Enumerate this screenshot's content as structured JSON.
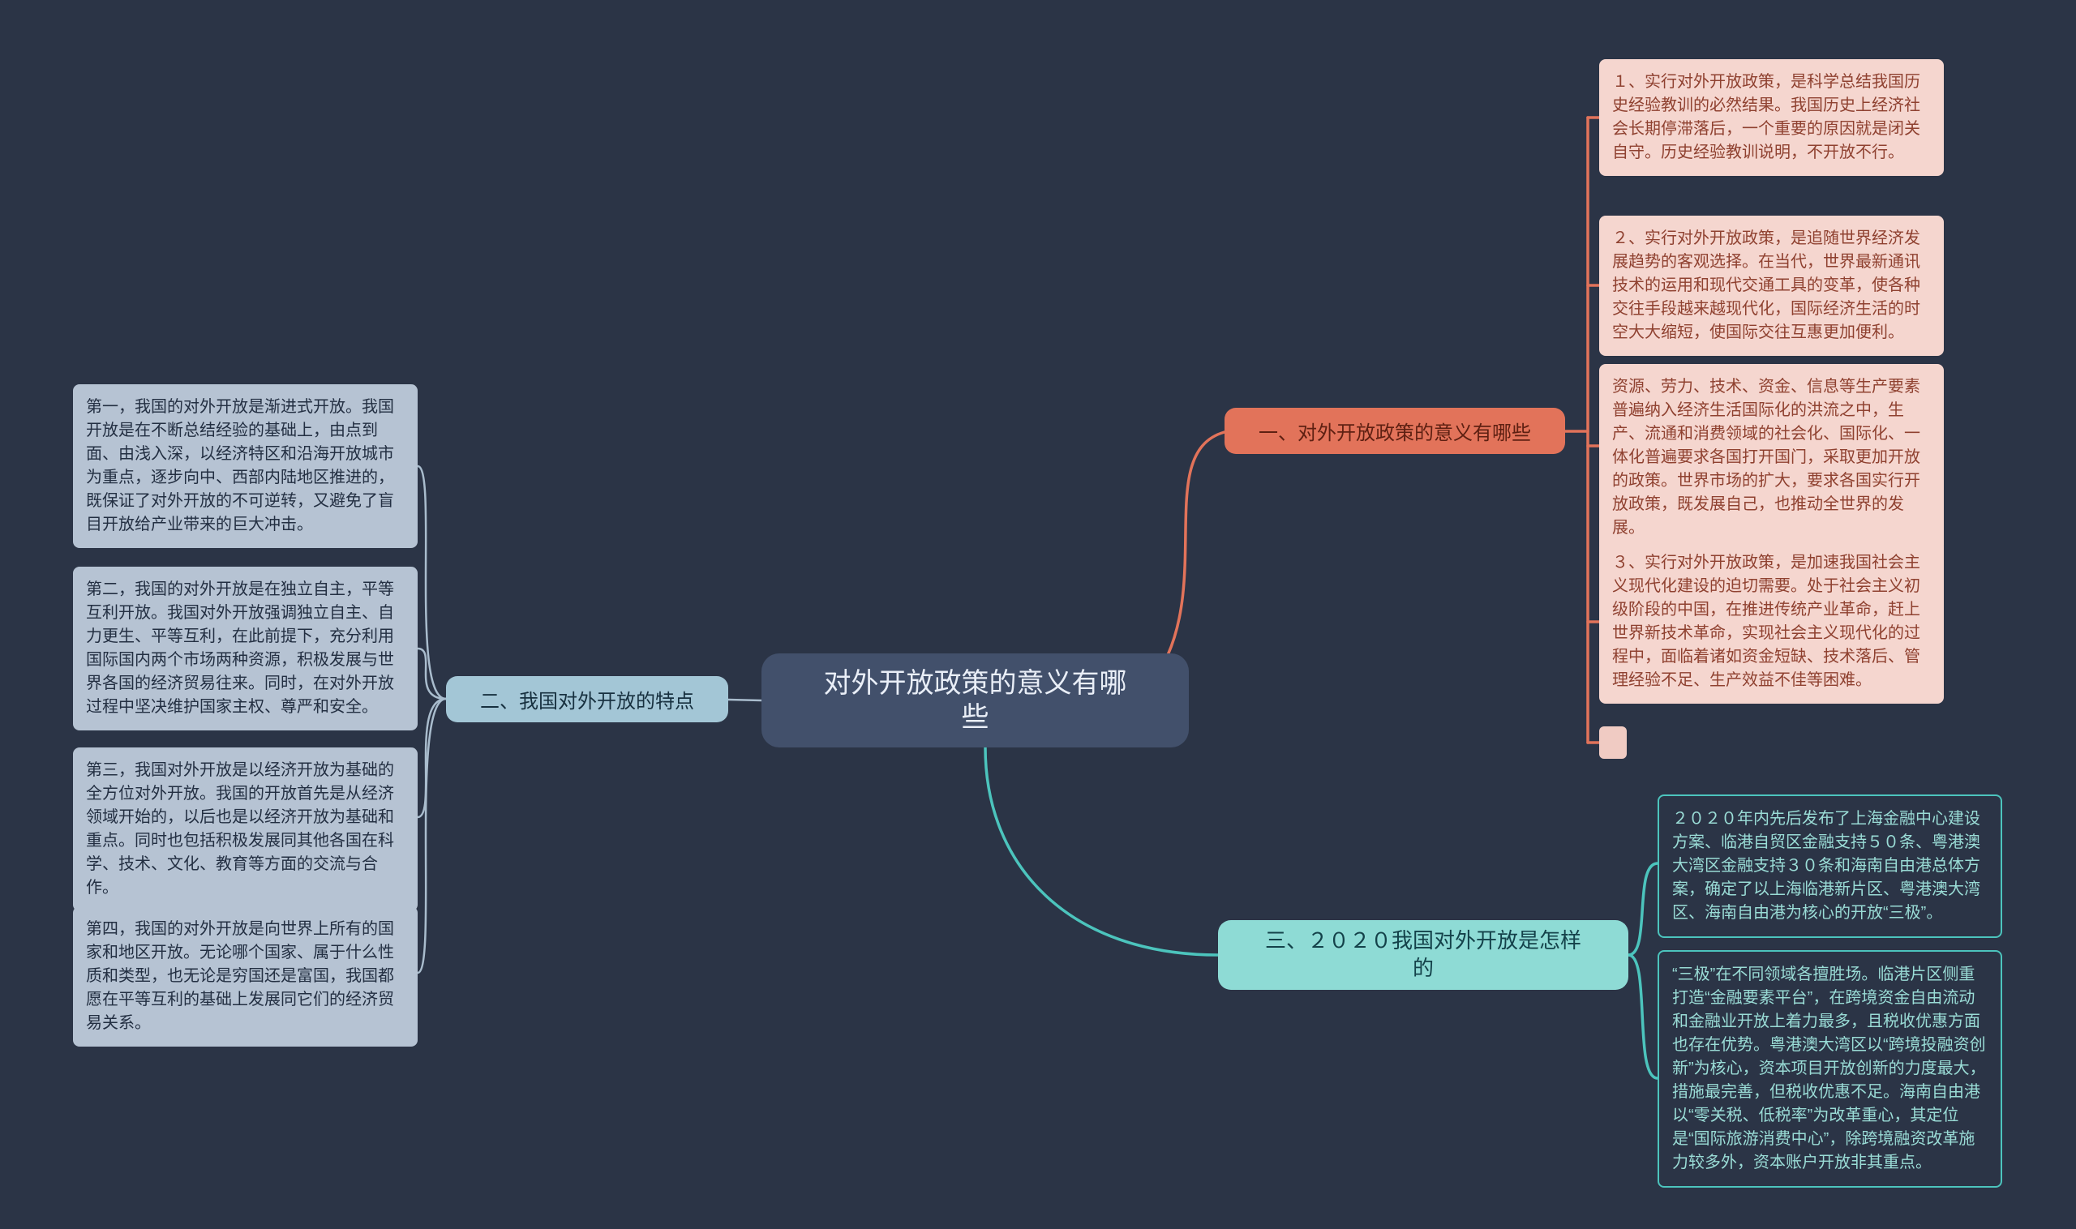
{
  "canvas": {
    "background": "#2b3446"
  },
  "center": {
    "label": "对外开放政策的意义有哪些"
  },
  "branches": [
    {
      "id": "meaning",
      "label": "一、对外开放政策的意义有哪些",
      "color": "#e2735a",
      "leaf_color": "#f5d6cf",
      "items": [
        "１、实行对外开放政策，是科学总结我国历史经验教训的必然结果。我国历史上经济社会长期停滞落后，一个重要的原因就是闭关自守。历史经验教训说明，不开放不行。",
        "２、实行对外开放政策，是追随世界经济发展趋势的客观选择。在当代，世界最新通讯技术的运用和现代交通工具的变革，使各种交往手段越来越现代化，国际经济生活的时空大大缩短，使国际交往互惠更加便利。",
        "资源、劳力、技术、资金、信息等生产要素普遍纳入经济生活国际化的洪流之中，生产、流通和消费领域的社会化、国际化、一体化普遍要求各国打开国门，采取更加开放的政策。世界市场的扩大，要求各国实行开放政策，既发展自己，也推动全世界的发展。",
        "３、实行对外开放政策，是加速我国社会主义现代化建设的迫切需要。处于社会主义初级阶段的中国，在推进传统产业革命，赶上世界新技术革命，实现社会主义现代化的过程中，面临着诸如资金短缺、技术落后、管理经验不足、生产效益不佳等困难。"
      ]
    },
    {
      "id": "features",
      "label": "二、我国对外开放的特点",
      "color": "#a3c6d6",
      "leaf_color": "#b6c3d3",
      "items": [
        "第一，我国的对外开放是渐进式开放。我国开放是在不断总结经验的基础上，由点到面、由浅入深，以经济特区和沿海开放城市为重点，逐步向中、西部内陆地区推进的，既保证了对外开放的不可逆转，又避免了盲目开放给产业带来的巨大冲击。",
        "第二，我国的对外开放是在独立自主，平等互利开放。我国对外开放强调独立自主、自力更生、平等互利，在此前提下，充分利用国际国内两个市场两种资源，积极发展与世界各国的经济贸易往来。同时，在对外开放过程中坚决维护国家主权、尊严和安全。",
        "第三，我国对外开放是以经济开放为基础的全方位对外开放。我国的开放首先是从经济领域开始的，以后也是以经济开放为基础和重点。同时也包括积极发展同其他各国在科学、技术、文化、教育等方面的交流与合作。",
        "第四，我国的对外开放是向世界上所有的国家和地区开放。无论哪个国家、属于什么性质和类型，也无论是穷国还是富国，我国都愿在平等互利的基础上发展同它们的经济贸易关系。"
      ]
    },
    {
      "id": "opening-2020",
      "label": "三、２０２０我国对外开放是怎样的",
      "color": "#8edbd5",
      "leaf_color": "#4cc4bd",
      "items": [
        "２０２０年内先后发布了上海金融中心建设方案、临港自贸区金融支持５０条、粤港澳大湾区金融支持３０条和海南自由港总体方案，确定了以上海临港新片区、粤港澳大湾区、海南自由港为核心的开放“三极”。",
        "“三极”在不同领域各擅胜场。临港片区侧重打造“金融要素平台”，在跨境资金自由流动和金融业开放上着力最多，且税收优惠方面也存在优势。粤港澳大湾区以“跨境投融资创新”为核心，资本项目开放创新的力度最大，措施最完善，但税收优惠不足。海南自由港以“零关税、低税率”为改革重心，其定位是“国际旅游消费中心”，除跨境融资改革施力较多外，资本账户开放非其重点。"
      ]
    }
  ]
}
